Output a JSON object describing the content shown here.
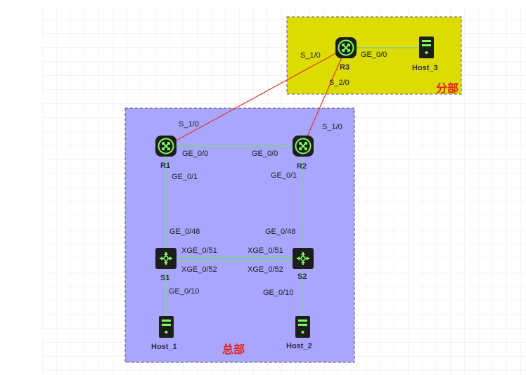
{
  "diagram": {
    "grid": true,
    "zones": [
      {
        "id": "branch",
        "label": "分部",
        "fill": "#dcdc00",
        "border": "#5a5a5a"
      },
      {
        "id": "hq",
        "label": "总部",
        "fill": "#a9a6ff",
        "border": "#5a5a5a"
      }
    ],
    "devices": [
      {
        "id": "R3",
        "label": "R3",
        "kind": "router"
      },
      {
        "id": "Host_3",
        "label": "Host_3",
        "kind": "host"
      },
      {
        "id": "R1",
        "label": "R1",
        "kind": "router"
      },
      {
        "id": "R2",
        "label": "R2",
        "kind": "router"
      },
      {
        "id": "S1",
        "label": "S1",
        "kind": "switch"
      },
      {
        "id": "S2",
        "label": "S2",
        "kind": "switch"
      },
      {
        "id": "Host_1",
        "label": "Host_1",
        "kind": "host"
      },
      {
        "id": "Host_2",
        "label": "Host_2",
        "kind": "host"
      }
    ],
    "links": [
      {
        "from": "R3",
        "to": "R1",
        "type": "serial",
        "from_port": "S_1/0",
        "to_port": "S_1/0"
      },
      {
        "from": "R3",
        "to": "R2",
        "type": "serial",
        "from_port": "S_2/0",
        "to_port": "S_1/0"
      },
      {
        "from": "R3",
        "to": "Host_3",
        "type": "ethernet",
        "from_port": "GE_0/0",
        "to_port": ""
      },
      {
        "from": "R1",
        "to": "R2",
        "type": "ethernet",
        "from_port": "GE_0/0",
        "to_port": "GE_0/0"
      },
      {
        "from": "R1",
        "to": "S1",
        "type": "ethernet",
        "from_port": "GE_0/1",
        "to_port": "GE_0/48"
      },
      {
        "from": "R2",
        "to": "S2",
        "type": "ethernet",
        "from_port": "GE_0/1",
        "to_port": "GE_0/48"
      },
      {
        "from": "S1",
        "to": "S2",
        "type": "ethernet",
        "from_port": "XGE_0/51",
        "to_port": "XGE_0/51"
      },
      {
        "from": "S1",
        "to": "S2",
        "type": "ethernet",
        "from_port": "XGE_0/52",
        "to_port": "XGE_0/52"
      },
      {
        "from": "S1",
        "to": "Host_1",
        "type": "ethernet",
        "from_port": "GE_0/10",
        "to_port": ""
      },
      {
        "from": "S2",
        "to": "Host_2",
        "type": "ethernet",
        "from_port": "GE_0/10",
        "to_port": ""
      }
    ],
    "colors": {
      "serial_link": "#e0352a",
      "ethernet_link": "#7ecf8a",
      "device_body": "#1d1d1d",
      "device_icon": "#7dff5a"
    }
  }
}
